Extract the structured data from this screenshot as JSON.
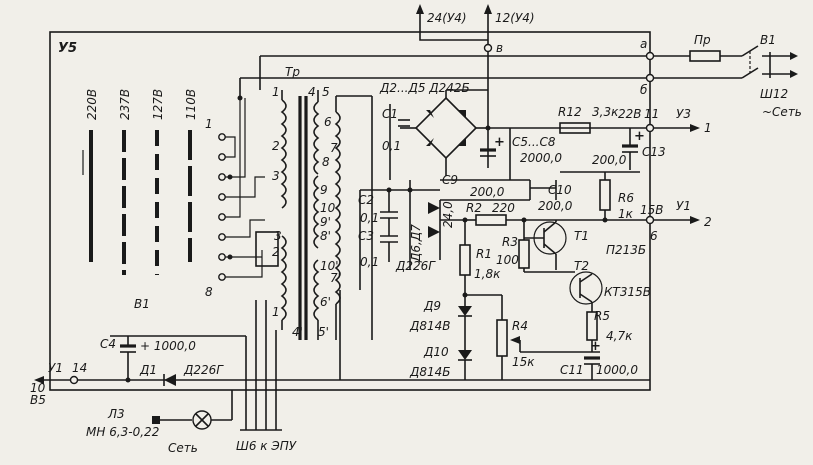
{
  "frame": {
    "label": "У5"
  },
  "top_outputs": {
    "out_24": "24(У4)",
    "out_12": "12(У4)",
    "node_v": "в"
  },
  "mains": {
    "terminal_a": "а",
    "terminal_b": "б",
    "fuse": "Пр",
    "switch": "В1",
    "plug": "Ш12",
    "network": "~Сеть"
  },
  "voltage_selector": {
    "voltages": [
      "220В",
      "237В",
      "127В",
      "110В"
    ],
    "name": "В1",
    "contacts": [
      "1",
      "8"
    ]
  },
  "transformer": {
    "name": "Тр",
    "pins_top": [
      "1",
      "4",
      "5"
    ],
    "pins_mid": [
      "2",
      "3",
      "6"
    ],
    "pins_sec": [
      "7",
      "8",
      "9",
      "10",
      "8'",
      "9'",
      "10'",
      "7'"
    ],
    "pins_bottom": [
      "1",
      "2",
      "3",
      "4'",
      "5'",
      "6'"
    ]
  },
  "rectifier": {
    "diodes_label": "Д2...Д5 Д242Б",
    "c1_name": "С1",
    "c1_value": "0,1",
    "plus": "+"
  },
  "regulator_out": {
    "r12_name": "R12",
    "r12_value": "3,3к",
    "node_22v": "22В",
    "pin_11": "11",
    "y3": "У3",
    "y3_pin": "1",
    "caps_label": "С5...С8",
    "caps_value": "2000,0",
    "c13_name": "С13",
    "c13_value": "200,0"
  },
  "filter": {
    "c2_name": "С2",
    "c2_value": "0,1",
    "c3_name": "С3",
    "c3_value": "0,1",
    "c9_name": "С9",
    "c9_value": "200,0",
    "c10_name": "С10",
    "c10_value": "200,0",
    "d6d7": "Д6,Д7",
    "d_value": "24,0",
    "d226": "Д226Г"
  },
  "stabilizer": {
    "r2_name": "R2",
    "r2_value": "220",
    "r6_name": "R6",
    "r6_value": "1к",
    "node_15v": "15В",
    "pin_6": "6",
    "y1": "У1",
    "y1_pin": "2",
    "t1_name": "Т1",
    "t1_type": "П213Б",
    "r3_name": "R3",
    "r3_value": "100",
    "r1_name": "R1",
    "r1_value": "1,8к",
    "t2_name": "Т2",
    "t2_type": "КТ315В",
    "r5_name": "R5",
    "r5_value": "4,7к",
    "d9_name": "Д9",
    "d9_type": "Д814В",
    "r4_name": "R4",
    "r4_value": "15к",
    "d10_name": "Д10",
    "d10_type": "Д814Б",
    "c11_name": "С11",
    "c11_value": "1000,0"
  },
  "lamp_supply": {
    "c4_name": "С4",
    "c4_value": "+ 1000,0",
    "d1_name": "Д1",
    "d1_type": "Д226Г",
    "y1": "У1",
    "pin_14": "14",
    "pin_10": "10",
    "b5": "В5",
    "lamp_name": "Л3",
    "lamp_type": "МН 6,3-0,22",
    "lamp_net": "Сеть",
    "connector": "Ш6 к ЭПУ"
  }
}
